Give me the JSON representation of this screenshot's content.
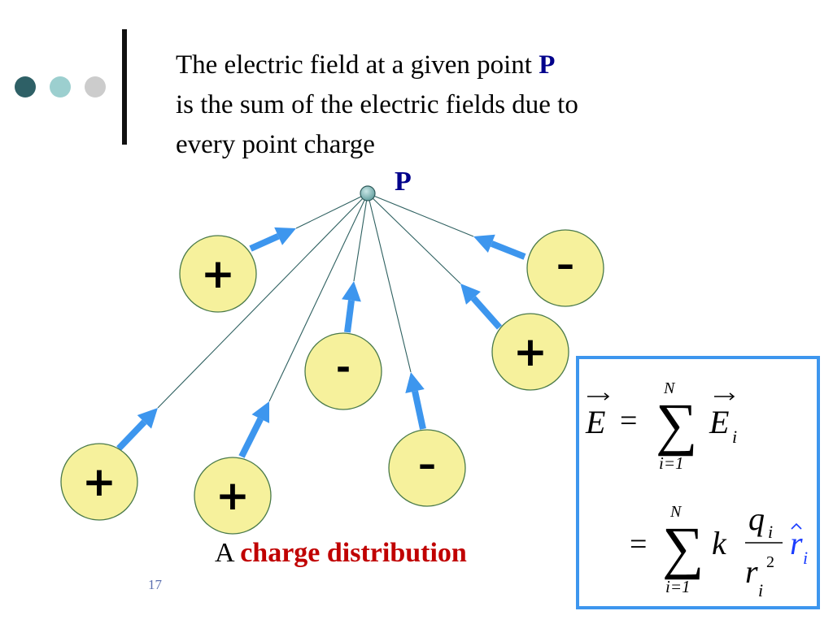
{
  "colors": {
    "dot1": "#2e6066",
    "dot2": "#9ccfcf",
    "dot3": "#cccccc",
    "arrow": "#3d96ee",
    "charge_fill": "#f6f19c",
    "charge_stroke": "#4a7a4a",
    "line": "#2e6060",
    "point_fill": "#8fc6c6",
    "highlight": "#c00000",
    "point_label": "#00008b",
    "unit_vector": "#1a3cff"
  },
  "title": {
    "line1": "The electric field at a given point ",
    "point": "P",
    "line2": "is the sum of the electric fields due to",
    "line3": "every point charge"
  },
  "point_label": "P",
  "charges": [
    {
      "sign": "+"
    },
    {
      "sign": "–"
    },
    {
      "sign": "+"
    },
    {
      "sign": "-"
    },
    {
      "sign": "+"
    },
    {
      "sign": "+"
    },
    {
      "sign": "–"
    }
  ],
  "caption": {
    "prefix": "A ",
    "highlight": "charge distribution"
  },
  "page_number": "17",
  "equation": {
    "E": "E",
    "equals": "=",
    "sum_upper": "N",
    "sum_lower": "i=1",
    "E_sub": "i",
    "k": "k",
    "q": "q",
    "q_sub": "i",
    "r": "r",
    "r_sub": "i",
    "r_sup": "2",
    "rhat": "r",
    "rhat_sub": "i"
  }
}
